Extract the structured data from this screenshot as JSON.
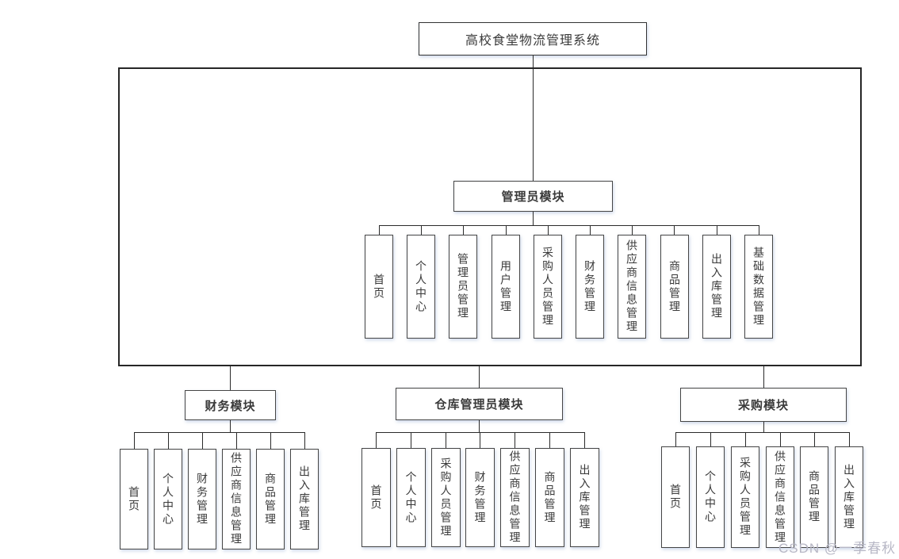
{
  "title": "高校食堂物流管理系统",
  "watermark": "CSDN @一季春秋",
  "modules": [
    {
      "label": "管理员模块",
      "children": [
        "首页",
        "个人中心",
        "管理员管理",
        "用户管理",
        "采购人员管理",
        "财务管理",
        "供应商信息管理",
        "商品管理",
        "出入库管理",
        "基础数据管理"
      ]
    },
    {
      "label": "财务模块",
      "children": [
        "首页",
        "个人中心",
        "财务管理",
        "供应商信息管理",
        "商品管理",
        "出入库管理"
      ]
    },
    {
      "label": "仓库管理员模块",
      "children": [
        "首页",
        "个人中心",
        "采购人员管理",
        "财务管理",
        "供应商信息管理",
        "商品管理",
        "出入库管理"
      ]
    },
    {
      "label": "采购模块",
      "children": [
        "首页",
        "个人中心",
        "采购人员管理",
        "供应商信息管理",
        "商品管理",
        "出入库管理"
      ]
    }
  ],
  "colors": {
    "box_border": "#454545",
    "line": "#2a2a2a",
    "text": "#3a3a3a",
    "watermark": "#b7b7c5",
    "background": "#ffffff"
  }
}
